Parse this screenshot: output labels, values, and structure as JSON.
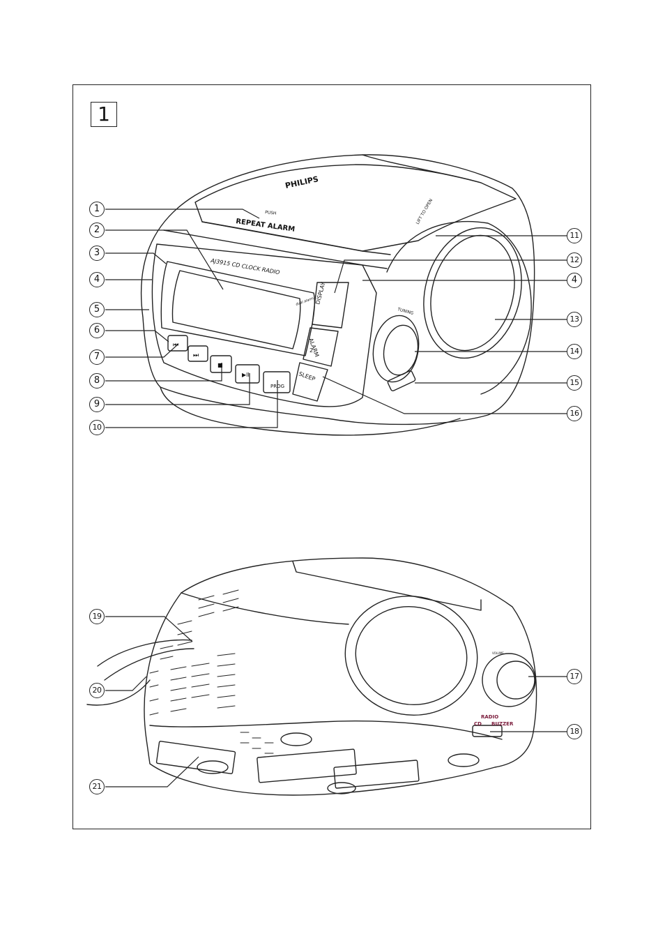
{
  "figure_label": "1",
  "device_labels": {
    "brand": "PHILIPS",
    "push": "PUSH",
    "repeat_alarm": "REPEAT ALARM",
    "model": "AJ3915 CD CLOCK RADIO",
    "lift_to_open": "LIFT TO OPEN",
    "display": "DISPLAY",
    "alarm2_a": "ALARM",
    "alarm2_b": "2",
    "sleep": "SLEEP",
    "prog": "PROG",
    "tuning": "TUNING",
    "dual_alarm": "dual alarm",
    "volume": "VOLUME",
    "radio": "RADIO",
    "cd": "CD",
    "buzzer": "BUZZER",
    "prev_symbol": "⏮",
    "next_symbol": "⏭",
    "stop_symbol": "■",
    "play_symbol": "▶II"
  },
  "callouts": [
    "1",
    "2",
    "3",
    "4",
    "5",
    "6",
    "7",
    "8",
    "9",
    "10",
    "11",
    "12",
    "4",
    "13",
    "14",
    "15",
    "16",
    "19",
    "20",
    "21",
    "17",
    "18"
  ]
}
